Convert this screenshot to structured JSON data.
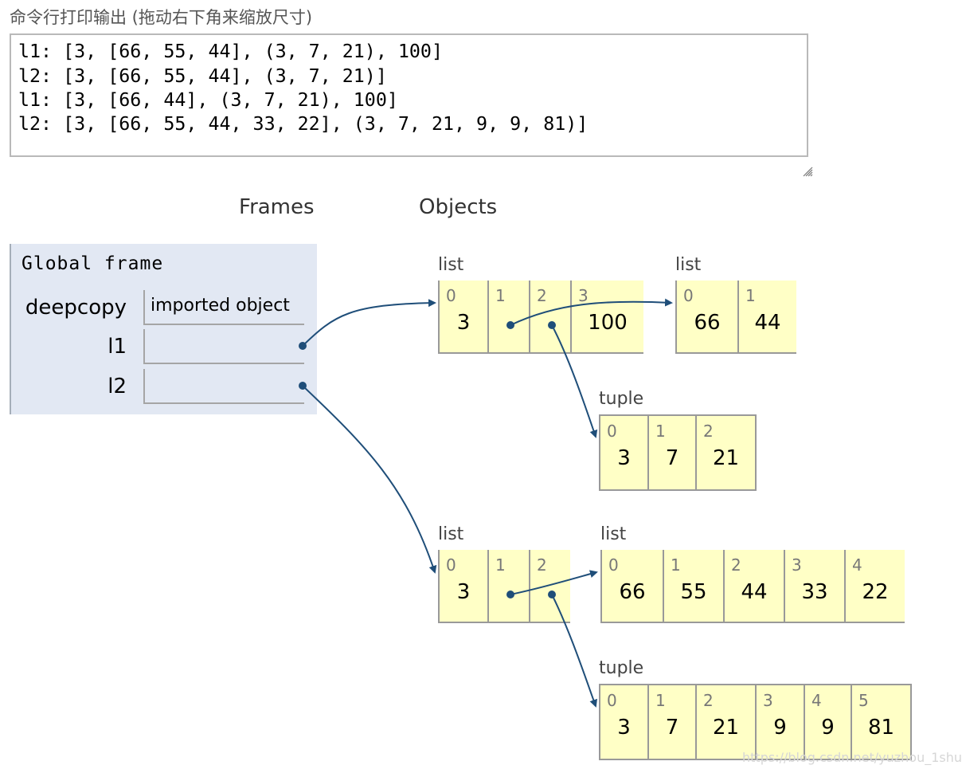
{
  "console": {
    "label": "命令行打印输出 (拖动右下角来缩放尺寸)",
    "lines": [
      "l1: [3, [66, 55, 44], (3, 7, 21), 100]",
      "l2: [3, [66, 55, 44], (3, 7, 21)]",
      "l1: [3, [66, 44], (3, 7, 21), 100]",
      "l2: [3, [66, 55, 44, 33, 22], (3, 7, 21, 9, 9, 81)]"
    ]
  },
  "headers": {
    "frames": "Frames",
    "objects": "Objects"
  },
  "frame": {
    "title": "Global frame",
    "vars": [
      {
        "name": "deepcopy",
        "value": "imported object"
      },
      {
        "name": "l1",
        "value": ""
      },
      {
        "name": "l2",
        "value": ""
      }
    ]
  },
  "objects": {
    "l1_list": {
      "type": "list",
      "items": [
        {
          "index": "0",
          "value": "3"
        },
        {
          "index": "1",
          "value": ""
        },
        {
          "index": "2",
          "value": ""
        },
        {
          "index": "3",
          "value": "100"
        }
      ]
    },
    "l1_inner_list": {
      "type": "list",
      "items": [
        {
          "index": "0",
          "value": "66"
        },
        {
          "index": "1",
          "value": "44"
        }
      ]
    },
    "l1_tuple": {
      "type": "tuple",
      "items": [
        {
          "index": "0",
          "value": "3"
        },
        {
          "index": "1",
          "value": "7"
        },
        {
          "index": "2",
          "value": "21"
        }
      ]
    },
    "l2_list": {
      "type": "list",
      "items": [
        {
          "index": "0",
          "value": "3"
        },
        {
          "index": "1",
          "value": ""
        },
        {
          "index": "2",
          "value": ""
        }
      ]
    },
    "l2_inner_list": {
      "type": "list",
      "items": [
        {
          "index": "0",
          "value": "66"
        },
        {
          "index": "1",
          "value": "55"
        },
        {
          "index": "2",
          "value": "44"
        },
        {
          "index": "3",
          "value": "33"
        },
        {
          "index": "4",
          "value": "22"
        }
      ]
    },
    "l2_tuple": {
      "type": "tuple",
      "items": [
        {
          "index": "0",
          "value": "3"
        },
        {
          "index": "1",
          "value": "7"
        },
        {
          "index": "2",
          "value": "21"
        },
        {
          "index": "3",
          "value": "9"
        },
        {
          "index": "4",
          "value": "9"
        },
        {
          "index": "5",
          "value": "81"
        }
      ]
    }
  },
  "colors": {
    "arrow": "#1f4e79",
    "cell_bg": "#ffffc6",
    "frame_bg": "#e2e8f3"
  },
  "watermark": "https://blog.csdn.net/yuzhou_1shu"
}
